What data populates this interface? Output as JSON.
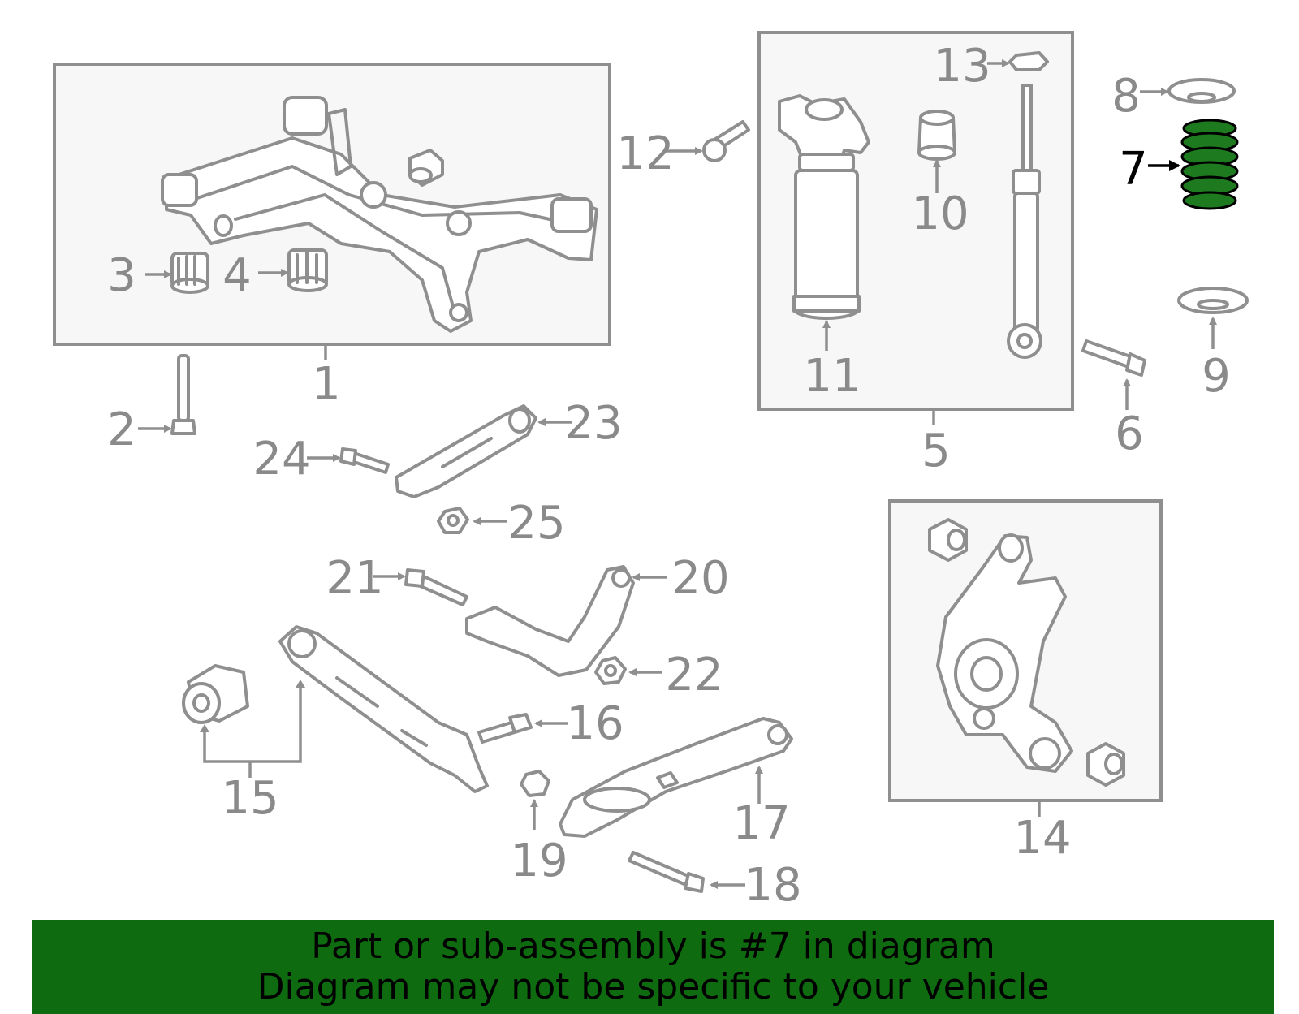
{
  "diagram": {
    "highlighted_part": "7",
    "highlight_color": "#1e7a1e",
    "part_labels": [
      "1",
      "2",
      "3",
      "4",
      "5",
      "6",
      "7",
      "8",
      "9",
      "10",
      "11",
      "12",
      "13",
      "14",
      "15",
      "16",
      "17",
      "18",
      "19",
      "20",
      "21",
      "22",
      "23",
      "24",
      "25"
    ]
  },
  "banner": {
    "line1": "Part or sub-assembly is #7 in diagram",
    "line2": "Diagram may not be specific to your vehicle",
    "background": "#0f6b0f"
  }
}
